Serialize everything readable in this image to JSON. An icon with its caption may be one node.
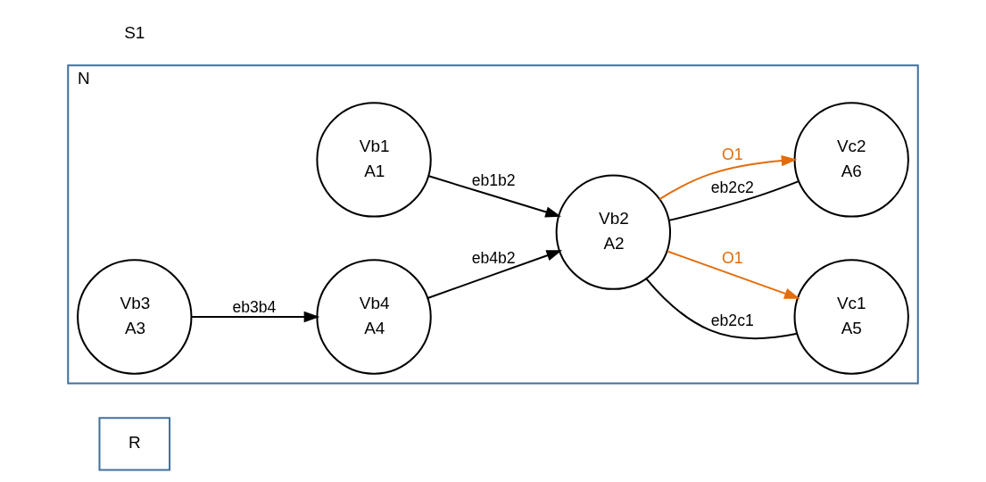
{
  "diagram": {
    "nodes": [
      {
        "text": [
          "R"
        ]
      },
      {
        "text": [
          "N"
        ]
      },
      {
        "text": [
          "Vb1",
          "A1"
        ],
        "in": 1
      },
      {
        "text": [
          "Vb2",
          "A2"
        ],
        "in": 1
      },
      {
        "text": [
          "Vb3",
          "A3"
        ],
        "in": 1
      },
      {
        "text": [
          "Vb4",
          "A4"
        ],
        "in": 1
      },
      {
        "text": [
          "Vc1",
          "A5"
        ],
        "in": 1
      },
      {
        "text": [
          "Vc2",
          "A6"
        ],
        "in": 1
      }
    ],
    "edges": [
      {
        "from": 2,
        "to": 3,
        "arrow": "to",
        "label": "eb1b2"
      },
      {
        "from": 4,
        "to": 5,
        "arrow": "to",
        "label": "eb3b4"
      },
      {
        "from": 5,
        "to": 3,
        "arrow": "to",
        "label": "eb4b2"
      },
      {
        "from": 3,
        "to": 6,
        "arrow": "none",
        "label": "eb2c1"
      },
      {
        "from": 3,
        "to": 7,
        "arrow": "none",
        "label": "eb2c2"
      },
      {
        "from": 3,
        "to": 6,
        "arrow": "to",
        "label": "O1",
        "color": "#e46c0a"
      },
      {
        "from": 3,
        "to": 7,
        "arrow": "to",
        "label": "O1",
        "color": "#e46c0a"
      }
    ],
    "labels": [
      "S1"
    ]
  }
}
